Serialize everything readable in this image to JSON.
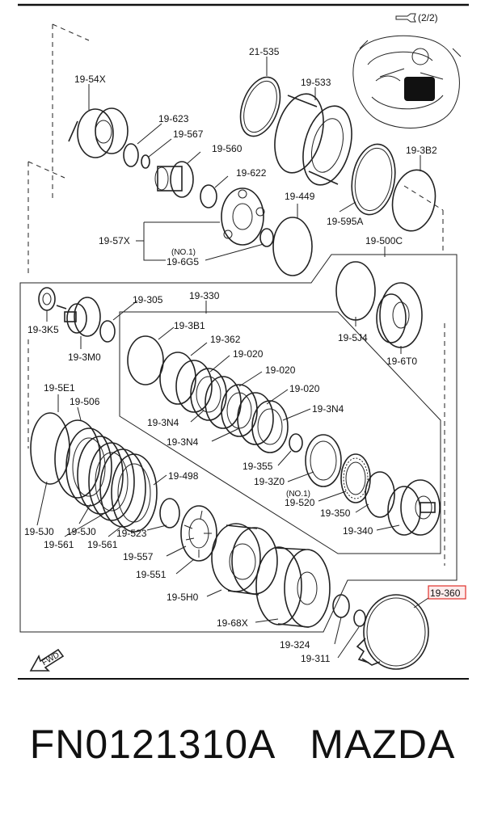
{
  "page_indicator": "(2/2)",
  "labels": {
    "l_21_535": "21-535",
    "l_19_533": "19-533",
    "l_19_54x": "19-54X",
    "l_19_623": "19-623",
    "l_19_567": "19-567",
    "l_19_560": "19-560",
    "l_19_622": "19-622",
    "l_19_449": "19-449",
    "l_19_3b2": "19-3B2",
    "l_19_595a": "19-595A",
    "l_19_57x": "19-57X",
    "l_no1_a": "(NO.1)",
    "l_19_6g5": "19-6G5",
    "l_19_500c": "19-500C",
    "l_19_305": "19-305",
    "l_19_330": "19-330",
    "l_19_3k5": "19-3K5",
    "l_19_3m0": "19-3M0",
    "l_19_3b1": "19-3B1",
    "l_19_362": "19-362",
    "l_19_020_a": "19-020",
    "l_19_020_b": "19-020",
    "l_19_020_c": "19-020",
    "l_19_5j4": "19-5J4",
    "l_19_6t0": "19-6T0",
    "l_19_5e1": "19-5E1",
    "l_19_506": "19-506",
    "l_19_3n4_a": "19-3N4",
    "l_19_3n4_b": "19-3N4",
    "l_19_3n4_c": "19-3N4",
    "l_19_355": "19-355",
    "l_19_3z0": "19-3Z0",
    "l_no1_b": "(NO.1)",
    "l_19_520": "19-520",
    "l_19_350": "19-350",
    "l_19_340": "19-340",
    "l_19_498": "19-498",
    "l_19_5j0_a": "19-5J0",
    "l_19_5j0_b": "19-5J0",
    "l_19_523": "19-523",
    "l_19_561_a": "19-561",
    "l_19_561_b": "19-561",
    "l_19_557": "19-557",
    "l_19_551": "19-551",
    "l_19_5h0": "19-5H0",
    "l_19_68x": "19-68X",
    "l_19_360": "19-360",
    "l_19_324": "19-324",
    "l_19_311": "19-311",
    "fwd": "FWD"
  },
  "highlight_color": "#e0302a",
  "footer": {
    "part_number": "FN0121310A",
    "brand": "MAZDA"
  }
}
